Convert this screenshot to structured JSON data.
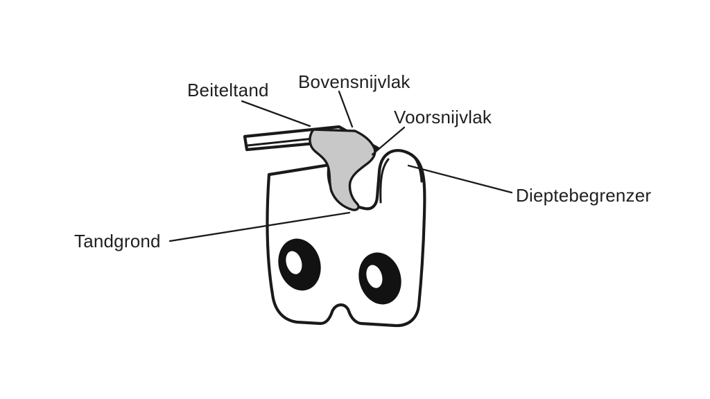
{
  "diagram": {
    "labels": {
      "beiteltand": "Beiteltand",
      "bovensnijvlak": "Bovensnijvlak",
      "voorsnijvlak": "Voorsnijvlak",
      "dieptebegrenzer": "Dieptebegrenzer",
      "tandgrond": "Tandgrond"
    },
    "colors": {
      "line": "#1a1a1a",
      "shade": "#c8c8c8",
      "background": "#ffffff",
      "text": "#1f1f1f"
    }
  }
}
